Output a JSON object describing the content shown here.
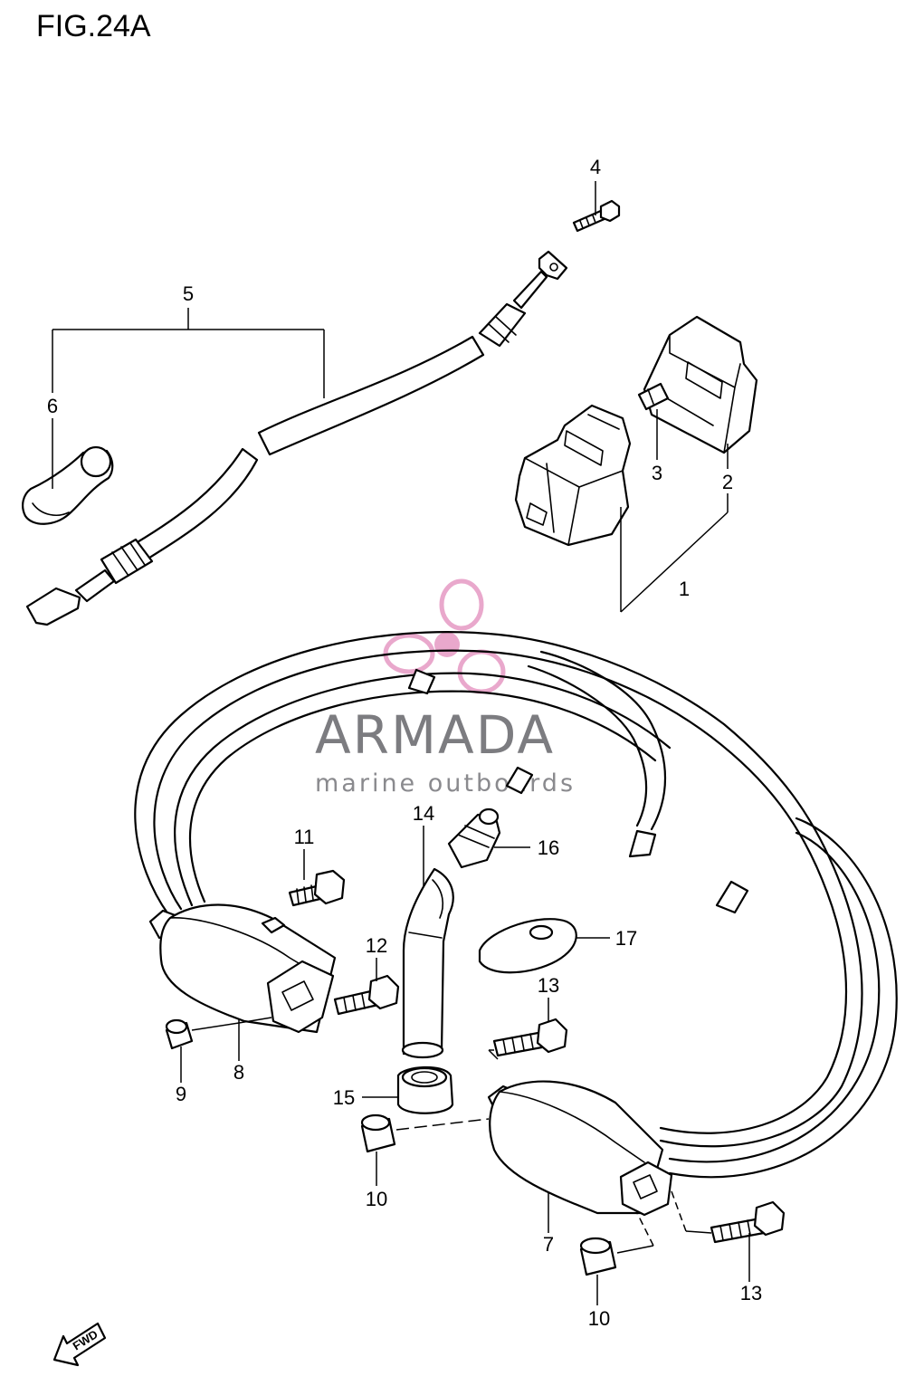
{
  "figure": {
    "title": "FIG.24A"
  },
  "callouts": [
    "1",
    "2",
    "3",
    "4",
    "5",
    "6",
    "7",
    "8",
    "9",
    "10",
    "10",
    "11",
    "12",
    "13",
    "13",
    "14",
    "15",
    "16",
    "17"
  ],
  "watermark": {
    "brand": "ARMADA",
    "tagline": "marine outboards",
    "logo_color": "#e69ac4",
    "text_color": "#7c7c80"
  },
  "direction_marker": {
    "label": "FWD"
  }
}
